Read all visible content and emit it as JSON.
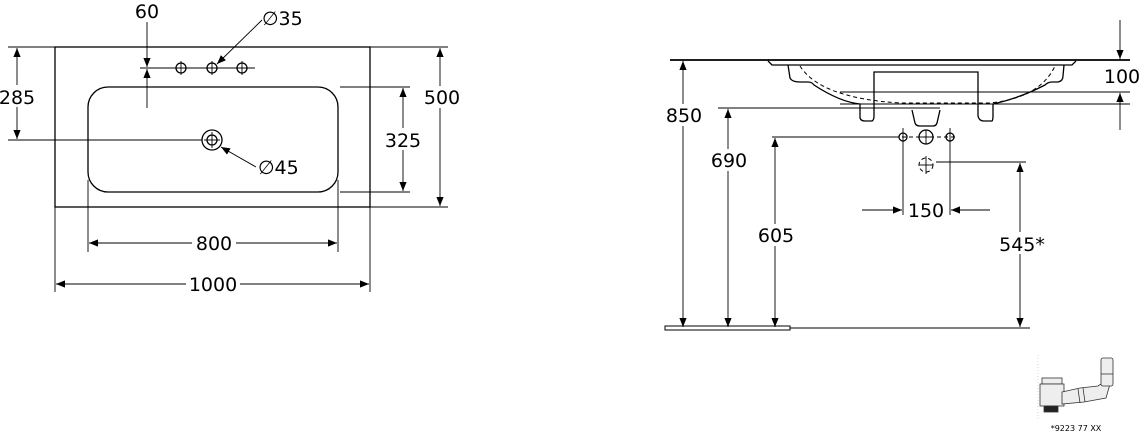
{
  "plan_view": {
    "dim_tap_offset": "60",
    "dim_tap_hole": "∅35",
    "dim_depth_to_drain": "285",
    "dim_overall_depth": "500",
    "dim_basin_depth": "325",
    "dim_drain_hole": "∅45",
    "dim_basin_width": "800",
    "dim_overall_width": "1000"
  },
  "side_view": {
    "dim_height_top": "850",
    "dim_basin_height": "100",
    "dim_height_bottom": "690",
    "dim_height_taps": "605",
    "dim_height_waste": "545*",
    "dim_hole_spacing": "150"
  },
  "inset": {
    "caption": "*9223 77 XX"
  }
}
